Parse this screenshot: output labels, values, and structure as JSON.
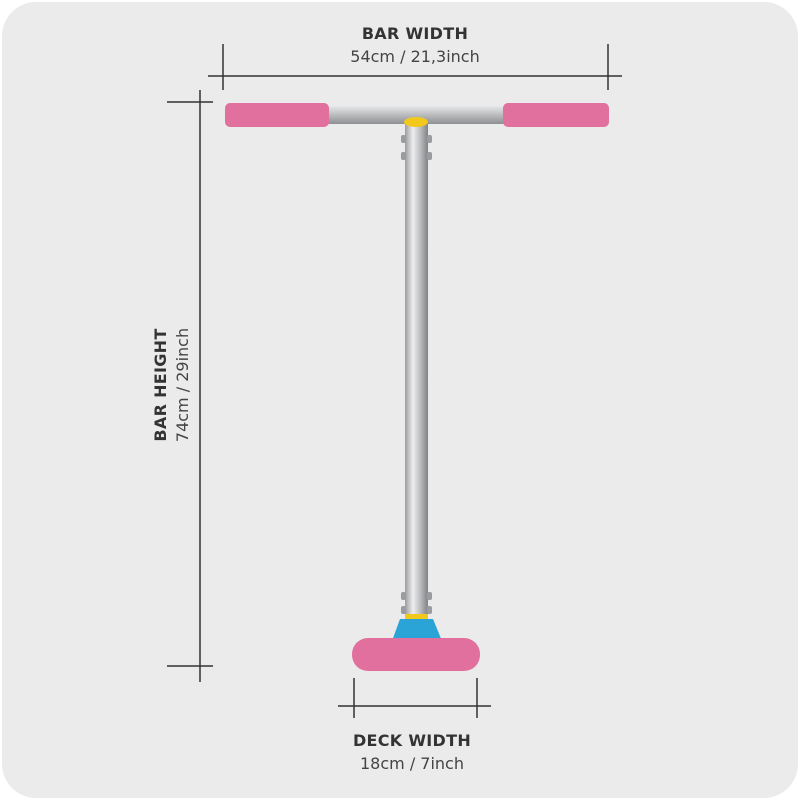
{
  "bar_width": {
    "title": "BAR WIDTH",
    "value": "54cm / 21,3inch"
  },
  "bar_height": {
    "title": "BAR HEIGHT",
    "value": "74cm / 29inch"
  },
  "deck_width": {
    "title": "DECK WIDTH",
    "value": "18cm / 7inch"
  },
  "colors": {
    "grip": "#e2709f",
    "clamp": "#f2c81c",
    "collar": "#2aa3d6",
    "chrome": "#c8c9cb",
    "line": "#333333",
    "background": "#ebebeb"
  }
}
